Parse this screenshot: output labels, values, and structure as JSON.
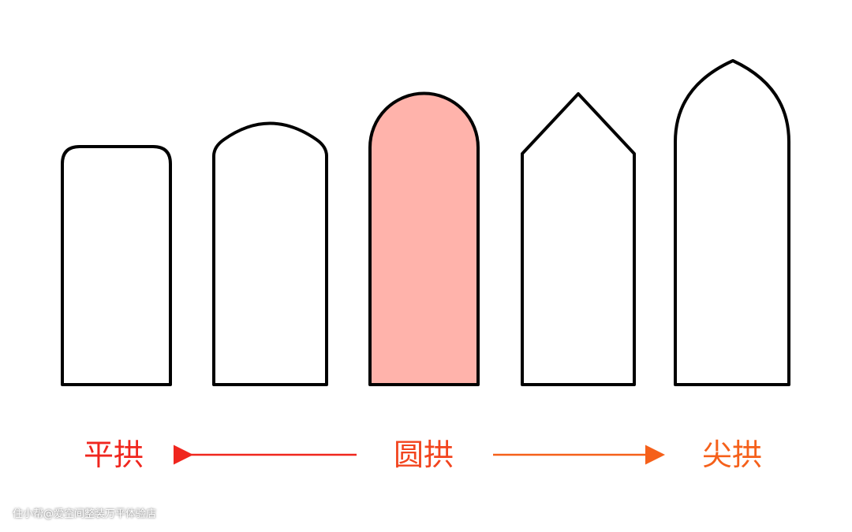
{
  "colors": {
    "outline": "#000000",
    "highlight_fill": "#ffb3ab",
    "flat_label": "#f0261e",
    "round_label": "#f2441e",
    "pointed_label": "#f5601a"
  },
  "shapes": [
    {
      "type": "flat-arch",
      "highlighted": false
    },
    {
      "type": "segmental-arch",
      "highlighted": false
    },
    {
      "type": "round-arch",
      "highlighted": true
    },
    {
      "type": "triangular-arch",
      "highlighted": false
    },
    {
      "type": "pointed-arch",
      "highlighted": false
    }
  ],
  "labels": {
    "flat": "平拱",
    "round": "圆拱",
    "pointed": "尖拱"
  },
  "watermark": "住小帮@爱空间整装万平体验店"
}
